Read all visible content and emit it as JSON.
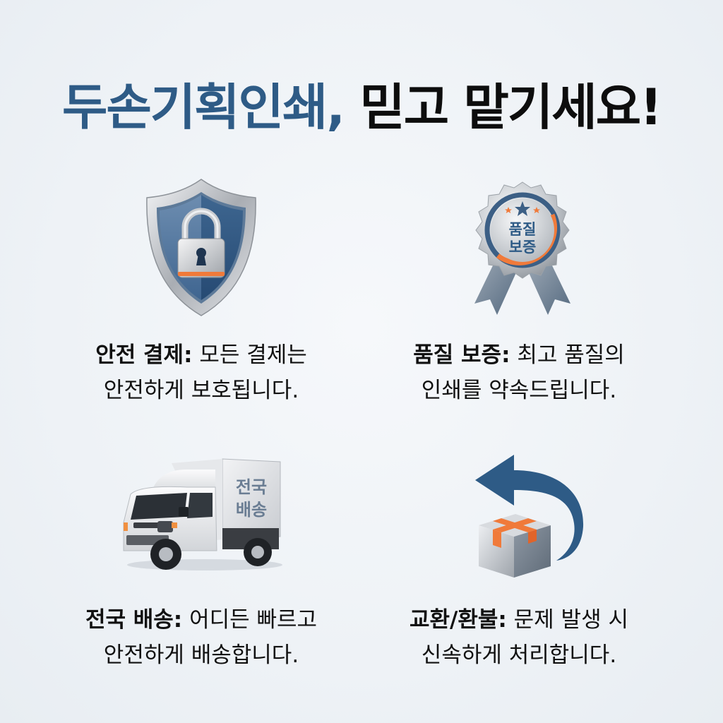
{
  "title": {
    "brand": "두손기획인쇄,",
    "rest": " 믿고 맡기세요!",
    "brand_color": "#2e5b86"
  },
  "features": [
    {
      "icon": "shield-lock-icon",
      "heading": "안전 결제:",
      "line1_rest": " 모든 결제는",
      "line2": "안전하게 보호됩니다."
    },
    {
      "icon": "quality-badge-icon",
      "badge_text_1": "품질",
      "badge_text_2": "보증",
      "heading": "품질 보증:",
      "line1_rest": " 최고 품질의",
      "line2": "인쇄를 약속드립니다."
    },
    {
      "icon": "delivery-truck-icon",
      "truck_text_1": "전국",
      "truck_text_2": "배송",
      "heading": "전국 배송:",
      "line1_rest": " 어디든 빠르고",
      "line2": "안전하게 배송합니다."
    },
    {
      "icon": "return-box-icon",
      "heading": "교환/환불:",
      "line1_rest": " 문제 발생 시",
      "line2": "신속하게 처리합니다."
    }
  ],
  "colors": {
    "accent_blue": "#2e5b86",
    "accent_orange": "#f07a3a",
    "background": "#eef2f6"
  }
}
